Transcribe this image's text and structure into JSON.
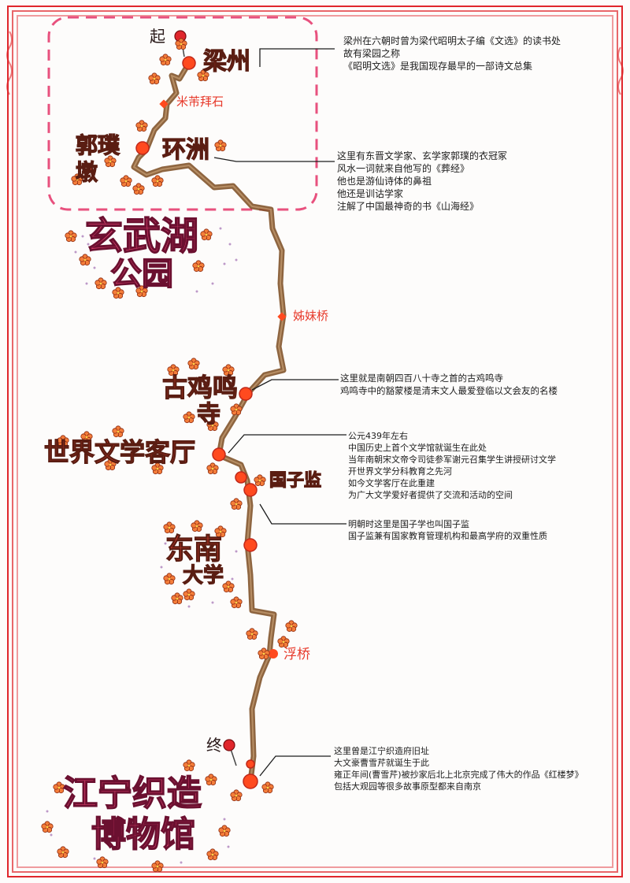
{
  "markers": {
    "start": "起",
    "end": "终"
  },
  "stops": {
    "liangzhou": "梁州",
    "mifu": "米芾拜石",
    "huanzhou": "环洲",
    "guopu_tomb": "郭璞墩",
    "park_line1": "玄武湖",
    "park_line2": "公园",
    "meimei": "姊妹桥",
    "jiming_line1": "古鸡鸣",
    "jiming_line2": "寺",
    "world_hall": "世界文学客厅",
    "guozijian": "国子监",
    "seu_line1": "东南",
    "seu_line2": "大学",
    "fuqiao": "浮桥",
    "museum_line1": "江宁织造",
    "museum_line2": "博物馆"
  },
  "notes": {
    "liangzhou": [
      "梁州在六朝时曾为梁代昭明太子编《文选》的读书处",
      "故有梁园之称",
      "《昭明文选》是我国现存最早的一部诗文总集"
    ],
    "huanzhou": [
      "这里有东晋文学家、玄学家郭璞的衣冠冢",
      "风水一词就来自他写的《葬经》",
      "他也是游仙诗体的鼻祖",
      "他还是训诂学家",
      "注解了中国最神奇的书《山海经》"
    ],
    "jiming": [
      "这里就是南朝四百八十寺之首的古鸡鸣寺",
      "鸡鸣寺中的豁蒙楼是清末文人最爱登临以文会友的名楼"
    ],
    "world_hall": [
      "公元439年左右",
      "中国历史上首个文学馆就诞生在此处",
      "当年南朝宋文帝令司徒参军谢元召集学生讲授研讨文学",
      "开世界文学分科教育之先河",
      "如今文学客厅在此重建",
      "为广大文学爱好者提供了交流和活动的空间"
    ],
    "guozijian": [
      "明朝时这里是国子学也叫国子监",
      "国子监兼有国家教育管理机构和最高学府的双重性质"
    ],
    "museum": [
      "这里曾是江宁织造府旧址",
      "大文豪曹雪芹就诞生于此",
      "雍正年间(曹雪芹)被抄家后北上北京完成了伟大的作品《红楼梦》",
      "包括大观园等很多故事原型都来自南京"
    ]
  },
  "colors": {
    "path": "#7a4a1e",
    "dot": "#ff4a1f",
    "stop_text": "#e8402f",
    "big_text": "#ec4876",
    "frame": "#e0262c",
    "dashed_box": "#e8517e"
  }
}
